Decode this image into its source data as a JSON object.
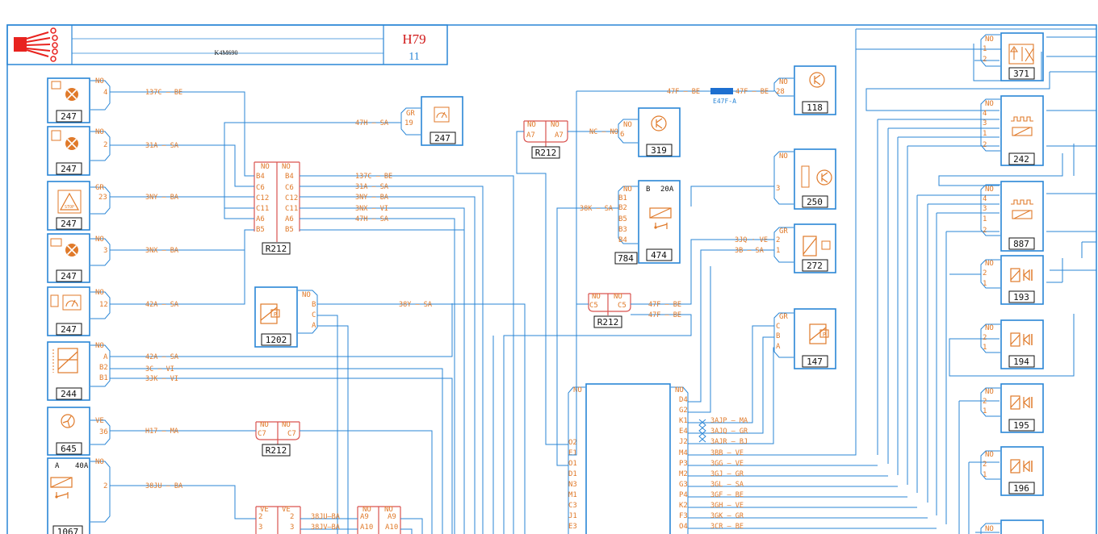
{
  "header": {
    "engine": "K4M690",
    "sheet": "H79",
    "page": "11"
  },
  "colors": {
    "wire": "#2a86d6",
    "label": "#e07a2a",
    "connector": "#d9534f",
    "text": "#111111",
    "header_red": "#d11a1a"
  },
  "components": [
    {
      "id": "c247a",
      "number": "247",
      "icon": "warning-lamp-icon",
      "conn": "NO",
      "pins": [
        "4"
      ]
    },
    {
      "id": "c247b",
      "number": "247",
      "icon": "warning-lamp-icon",
      "conn": "NO",
      "pins": [
        "2"
      ]
    },
    {
      "id": "c247c",
      "number": "247",
      "icon": "stop-triangle-icon",
      "conn": "GR",
      "pins": [
        "23"
      ]
    },
    {
      "id": "c247d",
      "number": "247",
      "icon": "warning-lamp-icon",
      "conn": "NO",
      "pins": [
        "3"
      ]
    },
    {
      "id": "c247e",
      "number": "247",
      "icon": "gauge-icon",
      "conn": "NO",
      "pins": [
        "12"
      ]
    },
    {
      "id": "c244",
      "number": "244",
      "icon": "sensor-icon",
      "conn": "NO",
      "pins": [
        "A",
        "B2",
        "B1"
      ]
    },
    {
      "id": "c645",
      "number": "645",
      "icon": "fan-icon",
      "conn": "VE",
      "pins": [
        "36"
      ]
    },
    {
      "id": "c1067",
      "number": "1067",
      "icon": "relay-icon",
      "conn": "NO",
      "pins": [
        "2"
      ],
      "rating": "40A",
      "tag": "A"
    },
    {
      "id": "c247f",
      "number": "247",
      "icon": "gauge-icon",
      "conn": "GR",
      "pins": [
        "19"
      ]
    },
    {
      "id": "c1202",
      "number": "1202",
      "icon": "pressure-sensor-icon",
      "conn": "NO",
      "pins": [
        "B",
        "C",
        "A"
      ]
    },
    {
      "id": "c319",
      "number": "319",
      "icon": "transistor-icon",
      "conn": "NO",
      "pins": [
        "6"
      ]
    },
    {
      "id": "c474",
      "number": "474",
      "icon": "relay-icon",
      "conn": "NO",
      "pins": [
        "B1",
        "B2",
        "B5",
        "B3",
        "B4"
      ],
      "rating": "20A",
      "tag": "B",
      "extra": "784"
    },
    {
      "id": "c118",
      "number": "118",
      "icon": "transistor-icon",
      "conn": "NO",
      "pins": [
        "28"
      ]
    },
    {
      "id": "c250",
      "number": "250",
      "icon": "transistor-icon",
      "conn": "NO",
      "pins": [
        "3"
      ]
    },
    {
      "id": "c272",
      "number": "272",
      "icon": "potentiometer-icon",
      "conn": "GR",
      "pins": [
        "2",
        "1"
      ]
    },
    {
      "id": "c147",
      "number": "147",
      "icon": "pressure-sensor-icon",
      "conn": "GR",
      "pins": [
        "C",
        "B",
        "A"
      ]
    },
    {
      "id": "c371",
      "number": "371",
      "icon": "valve-icon",
      "conn": "NO",
      "pins": [
        "1",
        "2"
      ]
    },
    {
      "id": "c242",
      "number": "242",
      "icon": "oxygen-sensor-icon",
      "conn": "NO",
      "pins": [
        "4",
        "3",
        "1",
        "2"
      ]
    },
    {
      "id": "c887",
      "number": "887",
      "icon": "oxygen-sensor-icon",
      "conn": "NO",
      "pins": [
        "4",
        "3",
        "1",
        "2"
      ]
    },
    {
      "id": "c193",
      "number": "193",
      "icon": "injector-icon",
      "conn": "NO",
      "pins": [
        "2",
        "1"
      ]
    },
    {
      "id": "c194",
      "number": "194",
      "icon": "injector-icon",
      "conn": "NO",
      "pins": [
        "2",
        "1"
      ]
    },
    {
      "id": "c195",
      "number": "195",
      "icon": "injector-icon",
      "conn": "NO",
      "pins": [
        "2",
        "1"
      ]
    },
    {
      "id": "c196",
      "number": "196",
      "icon": "injector-icon",
      "conn": "NO",
      "pins": [
        "2",
        "1"
      ]
    }
  ],
  "r212_main": {
    "number": "R212",
    "col_left": "NO",
    "col_right": "NO",
    "rows": [
      "B4",
      "C6",
      "C12",
      "C11",
      "A6",
      "B5"
    ]
  },
  "r212_a7": {
    "number": "R212",
    "left": "NO",
    "right": "NO",
    "pin": "A7"
  },
  "r212_c5": {
    "number": "R212",
    "left": "NO",
    "right": "NO",
    "pin": "C5"
  },
  "r212_c7": {
    "number": "R212",
    "left": "NO",
    "right": "NO",
    "pin": "C7"
  },
  "ve_conn": {
    "left": "VE",
    "right": "VE",
    "rows": [
      "2",
      "3"
    ]
  },
  "a9_conn": {
    "left": "NO",
    "right": "NO",
    "rows": [
      "A9",
      "A10"
    ]
  },
  "ecu": {
    "left_header": "NO",
    "left_pins": [
      "O2",
      "E1",
      "O1",
      "D1",
      "N3",
      "M1",
      "C3",
      "J1",
      "E3"
    ],
    "right_header": "NO",
    "right_pins": [
      "D4",
      "G2",
      "K1",
      "E4",
      "J2",
      "M4",
      "P3",
      "M2",
      "G3",
      "P4",
      "K2",
      "F3",
      "O4"
    ]
  },
  "wires": {
    "w137c": {
      "code": "137C",
      "color": "BE"
    },
    "w31a": {
      "code": "31A",
      "color": "SA"
    },
    "w3ny": {
      "code": "3NY",
      "color": "BA"
    },
    "w3nx": {
      "code": "3NX",
      "color": "BA"
    },
    "w42a": {
      "code": "42A",
      "color": "SA"
    },
    "w42a2": {
      "code": "42A",
      "color": "SA"
    },
    "w3c": {
      "code": "3C",
      "color": "VI"
    },
    "w3jk": {
      "code": "3JK",
      "color": "VI"
    },
    "wh17": {
      "code": "H17",
      "color": "MA"
    },
    "w38ju": {
      "code": "38JU",
      "color": "BA"
    },
    "w47h": {
      "code": "47H",
      "color": "SA"
    },
    "r137c": {
      "code": "137C",
      "color": "BE"
    },
    "r31a": {
      "code": "31A",
      "color": "SA"
    },
    "r3ny": {
      "code": "3NY",
      "color": "BA"
    },
    "r3nx": {
      "code": "3NX",
      "color": "VI"
    },
    "r47h": {
      "code": "47H",
      "color": "SA"
    },
    "w38y": {
      "code": "38Y",
      "color": "SA"
    },
    "w38ju2": {
      "code": "38JU",
      "color": "BA"
    },
    "w38jv": {
      "code": "38JV",
      "color": "BA"
    },
    "wnc": {
      "code": "NC",
      "color": "NO"
    },
    "w38k": {
      "code": "38K",
      "color": "SA"
    },
    "w47f1": {
      "code": "47F",
      "color": "BE"
    },
    "w47f2": {
      "code": "47F",
      "color": "BE"
    },
    "w47fr1": {
      "code": "47F",
      "color": "BE"
    },
    "w47fr2": {
      "code": "47F",
      "color": "BE"
    },
    "w3jq": {
      "code": "3JQ",
      "color": "VE"
    },
    "w3b": {
      "code": "3B",
      "color": "SA"
    },
    "e3ajp": {
      "code": "3AJP",
      "color": "MA"
    },
    "e3ajq": {
      "code": "3AJQ",
      "color": "GR"
    },
    "e3ajr": {
      "code": "3AJR",
      "color": "BJ"
    },
    "e3bb": {
      "code": "3BB",
      "color": "VE"
    },
    "e3gg": {
      "code": "3GG",
      "color": "VE"
    },
    "e3gj": {
      "code": "3GJ",
      "color": "GR"
    },
    "e3gl": {
      "code": "3GL",
      "color": "SA"
    },
    "e3gf": {
      "code": "3GF",
      "color": "BE"
    },
    "e3gh": {
      "code": "3GH",
      "color": "VE"
    },
    "e3gk": {
      "code": "3GK",
      "color": "GR"
    },
    "e3cr": {
      "code": "3CR",
      "color": "BE"
    }
  },
  "splice": {
    "label": "E47F-A"
  }
}
